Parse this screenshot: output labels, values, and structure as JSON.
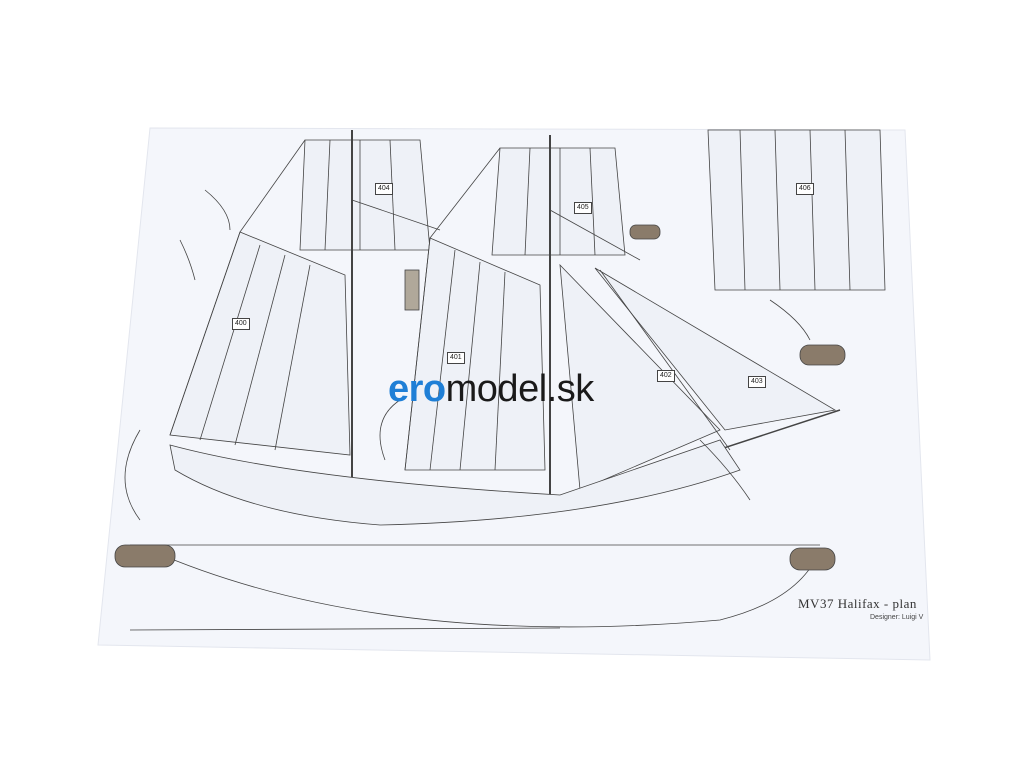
{
  "watermark": {
    "part1": "ero",
    "part2": "model.sk"
  },
  "plan": {
    "title": "MV37 Halifax - plan",
    "designer": "Designer: Luigi V",
    "sail_labels": [
      "400",
      "401",
      "402",
      "403",
      "404",
      "405",
      "406"
    ]
  },
  "colors": {
    "brand_blue": "#1f7fd6",
    "paper": "#f4f6fb",
    "ink": "#333333"
  }
}
